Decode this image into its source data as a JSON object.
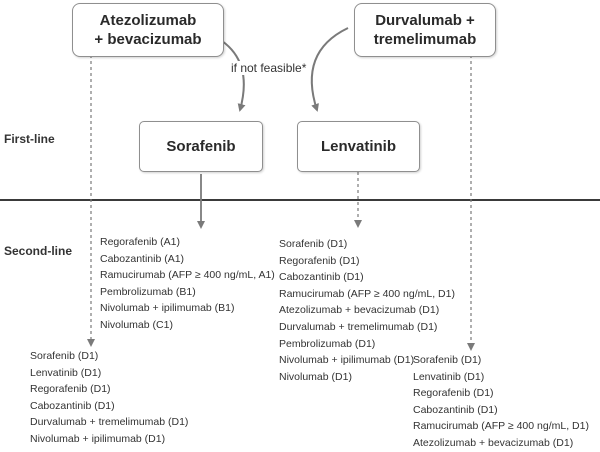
{
  "boxes": {
    "atezolizumab": {
      "line1": "Atezolizumab",
      "line2": "+ bevacizumab"
    },
    "durvalumab": {
      "line1": "Durvalumab +",
      "line2": "tremelimumab"
    },
    "sorafenib": "Sorafenib",
    "lenvatinib": "Lenvatinib"
  },
  "labels": {
    "if_not_feasible": "if not feasible*",
    "first_line": "First-line",
    "second_line": "Second-line"
  },
  "lists": {
    "after_sorafenib": [
      "Regorafenib (A1)",
      "Cabozantinib (A1)",
      "Ramucirumab (AFP ≥ 400 ng/mL, A1)",
      "Pembrolizumab (B1)",
      "Nivolumab + ipilimumab (B1)",
      "Nivolumab (C1)"
    ],
    "after_lenvatinib": [
      "Sorafenib (D1)",
      "Regorafenib (D1)",
      "Cabozantinib (D1)",
      "Ramucirumab (AFP ≥ 400 ng/mL, D1)",
      "Atezolizumab + bevacizumab (D1)",
      "Durvalumab + tremelimumab (D1)",
      "Pembrolizumab (D1)",
      "Nivolumab + ipilimumab (D1)",
      "Nivolumab (D1)"
    ],
    "after_atezolizumab": [
      "Sorafenib (D1)",
      "Lenvatinib (D1)",
      "Regorafenib (D1)",
      "Cabozantinib (D1)",
      "Durvalumab + tremelimumab (D1)",
      "Nivolumab + ipilimumab (D1)"
    ],
    "after_durvalumab": [
      "Sorafenib (D1)",
      "Lenvatinib (D1)",
      "Regorafenib (D1)",
      "Cabozantinib (D1)",
      "Ramucirumab (AFP ≥ 400 ng/mL, D1)",
      "Atezolizumab + bevacizumab (D1)"
    ]
  },
  "colors": {
    "connector": "#7a7a7a",
    "divider": "#3a3a3a",
    "box_border": "#8f8f8f"
  }
}
